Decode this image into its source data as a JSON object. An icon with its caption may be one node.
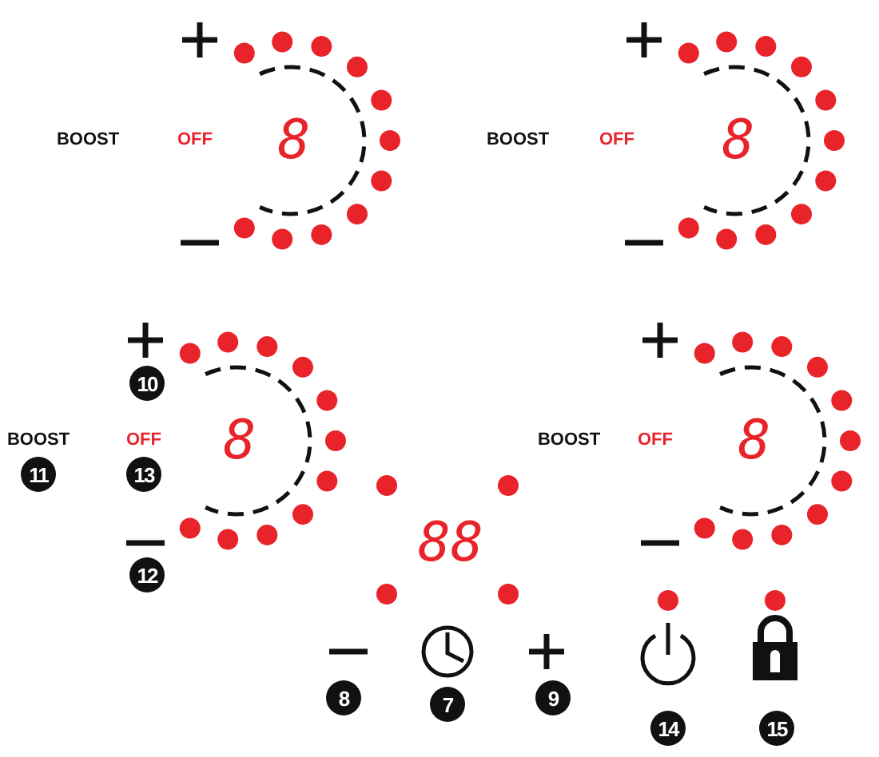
{
  "diagram": {
    "labels": [
      "BOOST",
      "OFF",
      "8",
      "BOOST",
      "OFF",
      "8",
      "10",
      "BOOST",
      "OFF",
      "8",
      "BOOST",
      "OFF",
      "8",
      "11",
      "13",
      "12",
      "88",
      "8",
      "7",
      "9",
      "14",
      "15"
    ]
  }
}
